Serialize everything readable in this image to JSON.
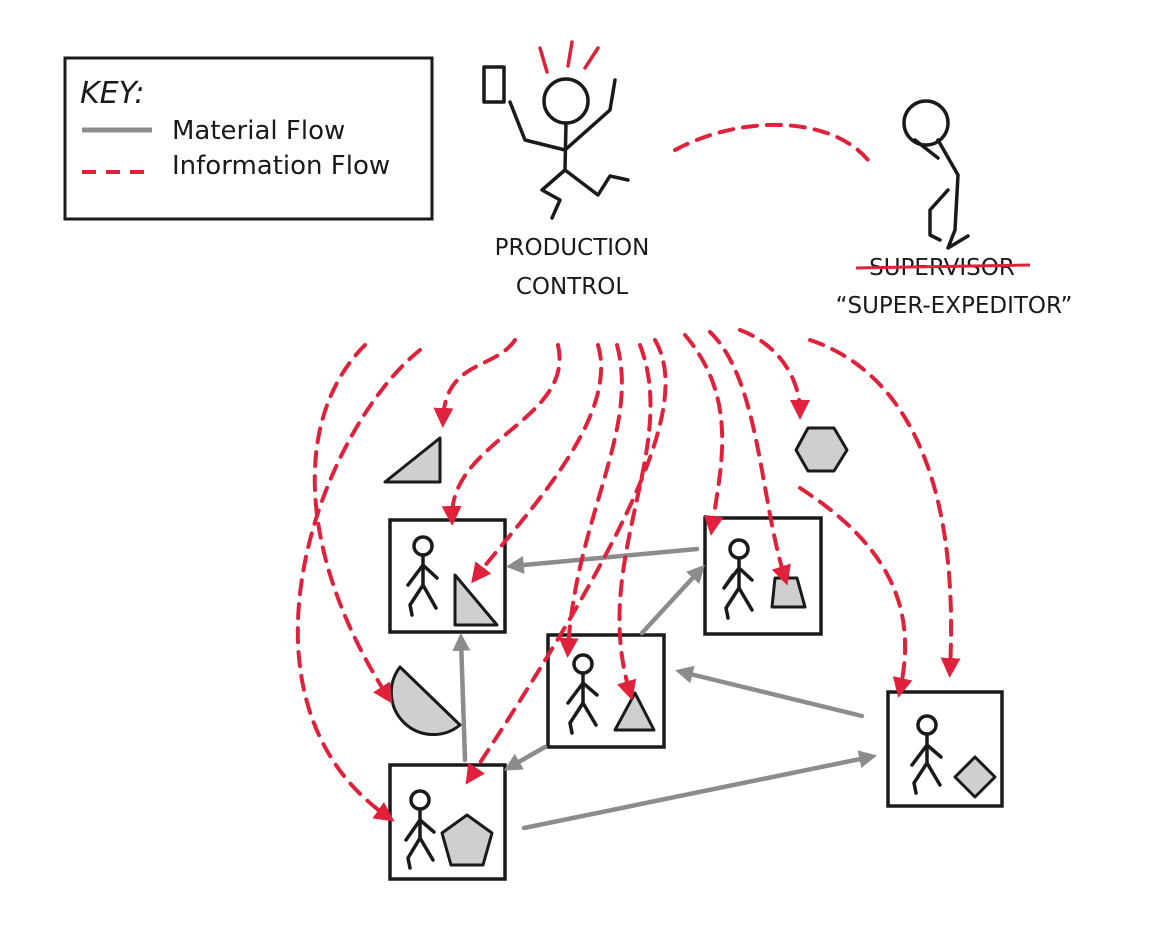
{
  "key": {
    "title": "KEY:",
    "items": [
      {
        "label": "Material Flow",
        "style": "solid-gray"
      },
      {
        "label": "Information Flow",
        "style": "dashed-red"
      }
    ]
  },
  "labels": {
    "production_control_line1": "PRODUCTION",
    "production_control_line2": "CONTROL",
    "supervisor_struck": "SUPERVISOR",
    "supervisor_new": "“SUPER-EXPEDITOR”"
  },
  "colors": {
    "information_flow": "#e0213b",
    "material_flow": "#8c8c8c",
    "part_fill": "#cfcfcf",
    "ink": "#1a1a1a"
  },
  "icons": [
    "stick-figure-excited",
    "stick-figure-tired",
    "worker-figure",
    "triangle-part",
    "trapezoid-part",
    "cone-part",
    "pentagon-part",
    "diamond-part",
    "hexagon-part",
    "half-circle-part"
  ]
}
